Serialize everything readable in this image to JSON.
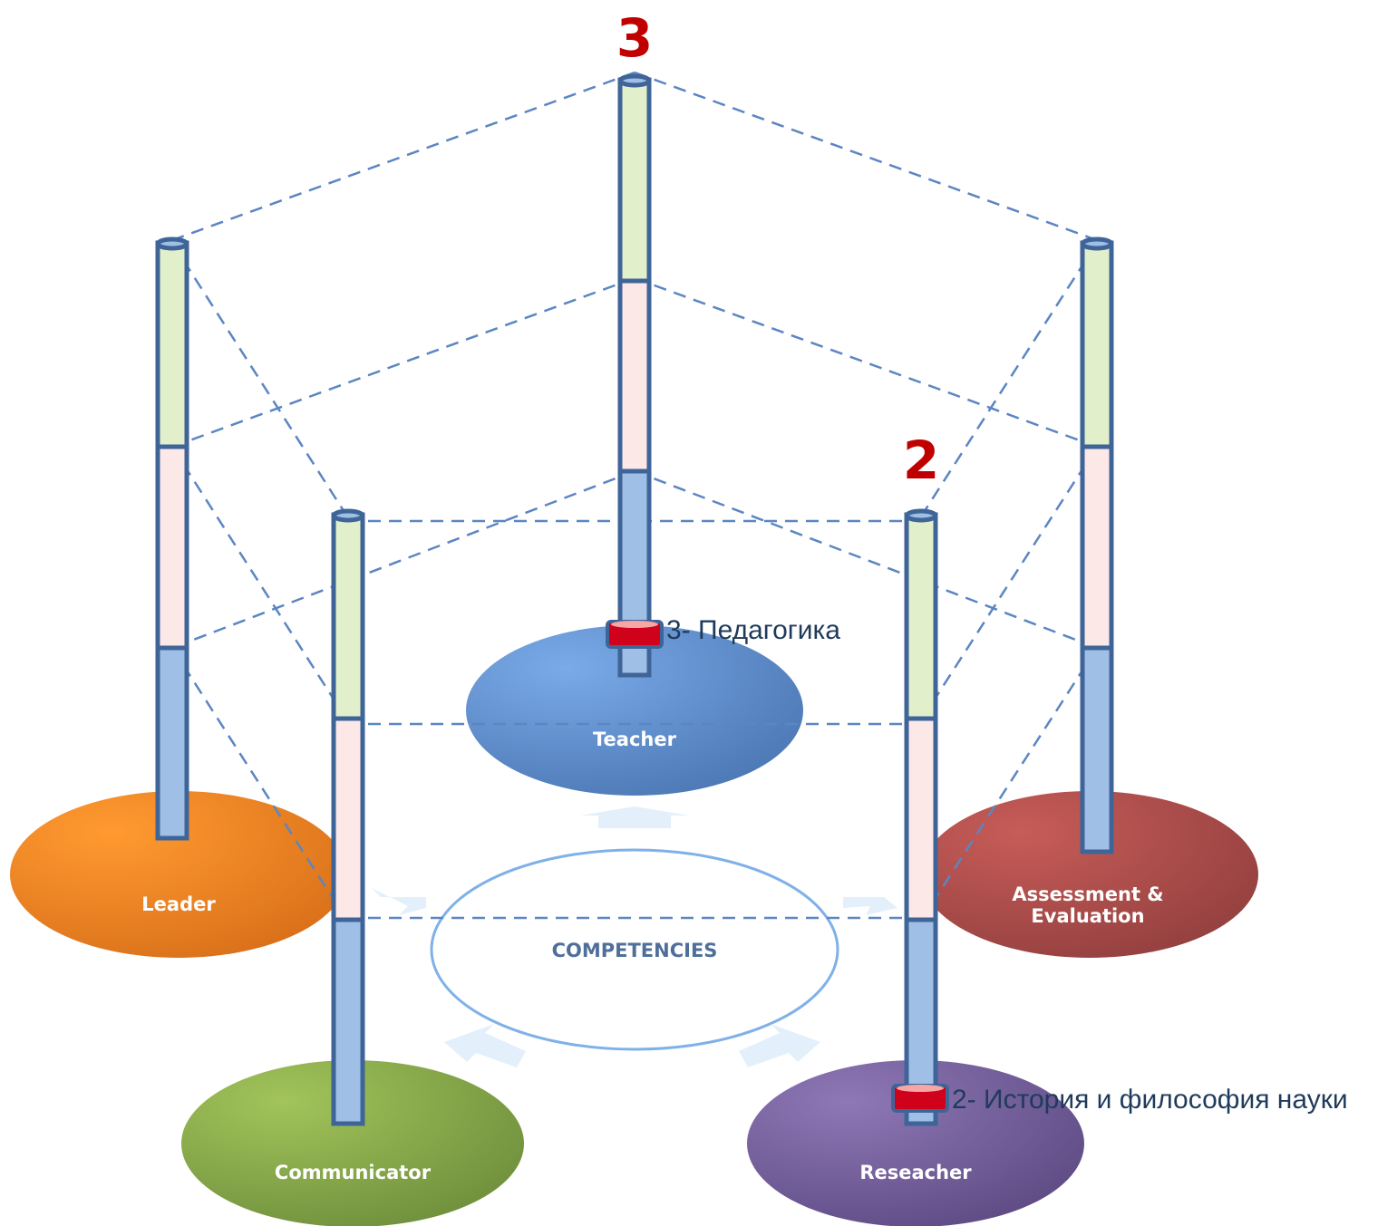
{
  "center": {
    "label": "COMPETENCIES"
  },
  "nodes": {
    "teacher": "Teacher",
    "leader": "Leader",
    "assessment_line1": "Assessment &",
    "assessment_line2": "Evaluation",
    "communicator": "Communicator",
    "researcher": "Reseacher"
  },
  "levels": {
    "teacher_level": "3",
    "researcher_level": "2"
  },
  "annotations": {
    "teacher_marker": "3- Педагогика",
    "researcher_marker": "2- История и философия науки"
  },
  "colors": {
    "teacher": "#5b8ed8",
    "leader": "#f58a25",
    "assessment": "#b0504e",
    "communicator": "#8cad4e",
    "researcher": "#7a64a0",
    "level_number": "#c00000",
    "segment_top": "#e2efcb",
    "segment_middle": "#fde8e8",
    "segment_bottom": "#a0bfe6",
    "marker": "#d0021b",
    "dashes": "#5b86c2",
    "annotation_text": "#1f3b5c"
  }
}
